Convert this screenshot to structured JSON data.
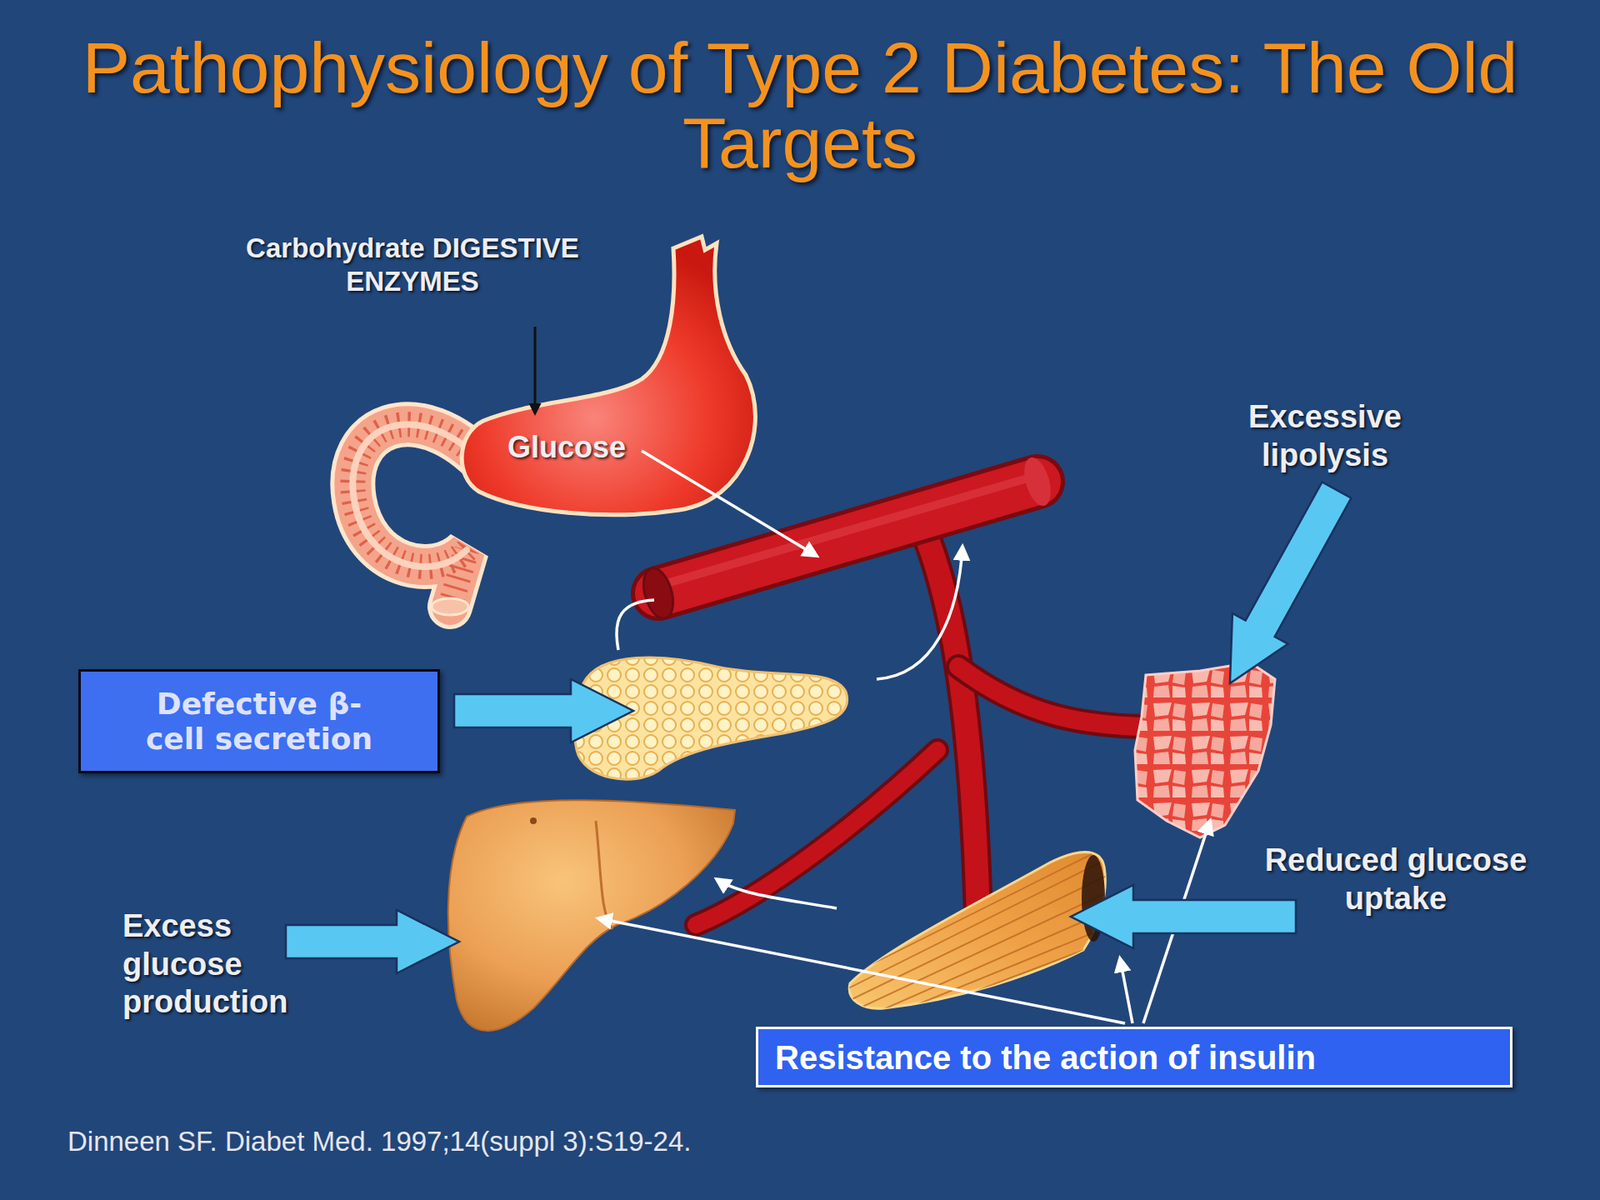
{
  "diagram": {
    "title": "Pathophysiology of Type 2 Diabetes: The Old Targets",
    "caption": "Dinneen SF. Diabet Med. 1997;14(suppl 3):S19-24.",
    "nodes": [
      {
        "text": [
          "Defective β-cell secretion"
        ]
      },
      {
        "text": [
          "Resistance to the action of insulin"
        ]
      }
    ],
    "labels": [
      "Carbohydrate DIGESTIVE ENZYMES",
      "Glucose",
      "Excessive lipolysis",
      "Excess glucose production",
      "Reduced glucose uptake"
    ]
  }
}
